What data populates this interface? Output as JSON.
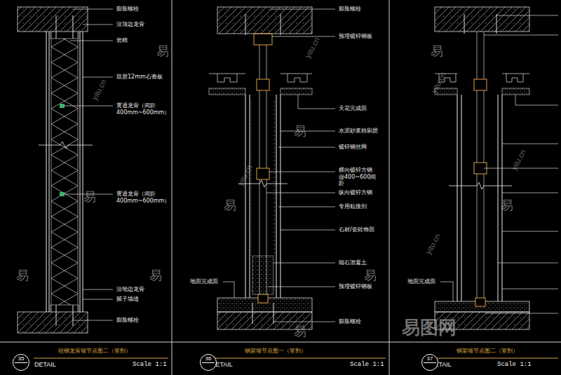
{
  "diagram": {
    "nodes": [
      {
        "text": [
          "35"
        ]
      },
      {
        "text": [
          "36"
        ]
      },
      {
        "text": [
          "37"
        ]
      }
    ],
    "labels": [
      "膨胀螺栓",
      "沿顶边龙骨",
      "岩棉",
      "双层12mm石膏板",
      "贯通龙骨（间距 400mm~600mm）",
      "贯通龙骨（间距 400mm~600mm）",
      "沿地边龙骨",
      "腻子填缝",
      "膨胀螺栓",
      "轻钢龙骨墙节点图二（竖剖）",
      "DETAIL",
      "Scale 1:1",
      "膨胀螺栓",
      "预埋镀锌钢板",
      "天花完成面",
      "水泥砂浆粉刷层",
      "镀锌钢丝网",
      "横向镀锌方钢 @400~600间距",
      "纵向镀锌方钢",
      "专用粘接剂",
      "石材/瓷砖饰面",
      "细石混凝土",
      "预埋镀锌钢板",
      "地面完成面",
      "膨胀螺栓",
      "钢架墙节点图一（竖剖）",
      "DETAIL",
      "Scale 1:1",
      "地面完成面",
      "钢架墙节点图二（竖剖）",
      "DETAIL",
      "Scale 1:1",
      "易",
      "易",
      "易",
      "易",
      "易",
      "易",
      "易",
      "易",
      "易",
      "易",
      "yitu.cn",
      "yitu.cn",
      "yitu.cn",
      "yitu.cn",
      "yitu.cn",
      "yitu.cn",
      "易图网"
    ]
  }
}
